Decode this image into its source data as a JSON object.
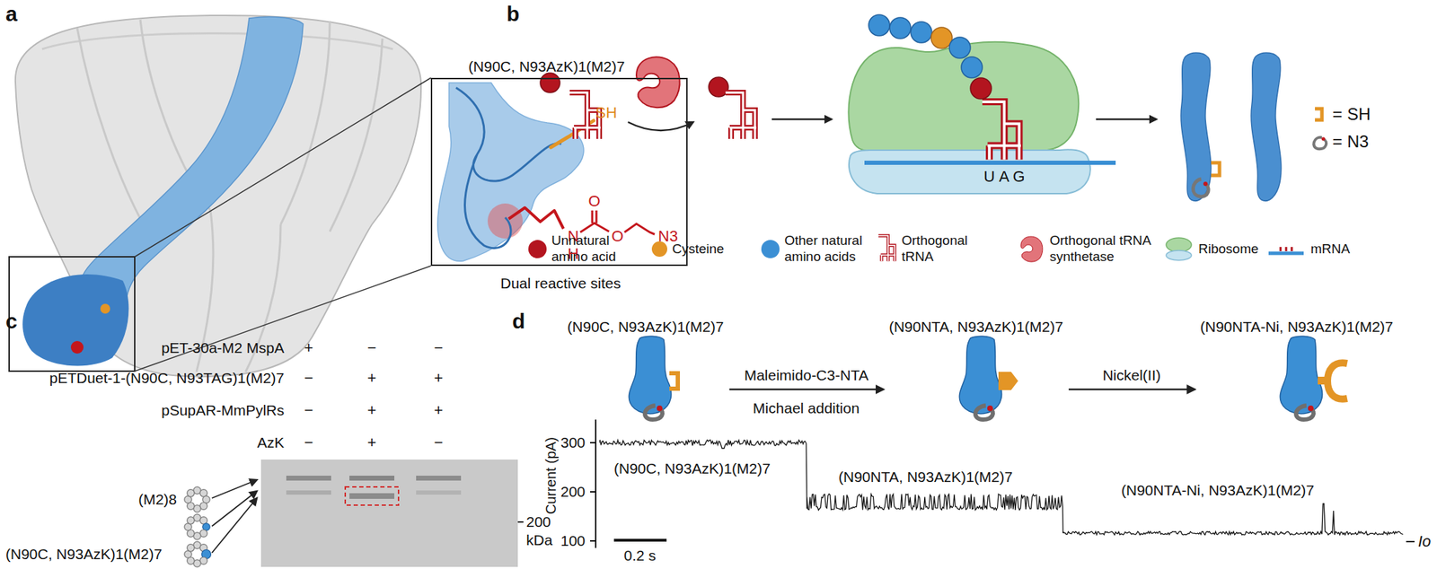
{
  "diagram": {
    "nodes": [
      {
        "text": [
          "(N90C, N93AzK)1(M2)7",
          "SH",
          "O",
          "N",
          "H",
          "O",
          "N3",
          "Dual reactive sites"
        ]
      },
      {
        "text": [
          "(N90C, N93AzK)1(M2)7"
        ]
      },
      {
        "text": [
          "(N90NTA, N93AzK)1(M2)7"
        ]
      },
      {
        "text": [
          "(N90NTA-Ni, N93AzK)1(M2)7"
        ]
      }
    ],
    "edges": [
      {
        "from": 1,
        "to": 2,
        "arrow": "to",
        "label": "Maleimido-C3-NTA"
      },
      {
        "from": 2,
        "to": 3,
        "arrow": "to",
        "label": "Nickel(II)"
      }
    ],
    "labels": [
      "a",
      "b",
      "U",
      "A",
      "G",
      "=",
      "SH",
      "=",
      "N3",
      "c",
      "pET-30a-M2 MspA",
      "+",
      "−",
      "−",
      "pETDuet-1-(N90C, N93TAG)1(M2)7",
      "−",
      "+",
      "+",
      "pSupAR-MmPylRs",
      "−",
      "+",
      "+",
      "AzK",
      "−",
      "+",
      "−",
      "(M2)8",
      "(N90C, N93AzK)1(M2)7",
      "200 kDa",
      "d",
      "Michael addition",
      "Current (pA)",
      "300",
      "200",
      "100",
      "(N90C, N93AzK)1(M2)7",
      "(N90NTA, N93AzK)1(M2)7",
      "(N90NTA-Ni, N93AzK)1(M2)7",
      "0.2 s",
      "Io"
    ],
    "legend": [
      {
        "text": "Unnatural amino acid",
        "color": "#b3151f"
      },
      {
        "text": "Cysteine",
        "color": "#e39526"
      },
      {
        "text": "Other natural amino acids",
        "color": "#3b8fd4"
      },
      {
        "text": "Orthogonal tRNA"
      },
      {
        "text": "Orthogonal tRNA synthetase"
      },
      {
        "text": "Ribosome"
      },
      {
        "text": "mRNA"
      }
    ]
  }
}
